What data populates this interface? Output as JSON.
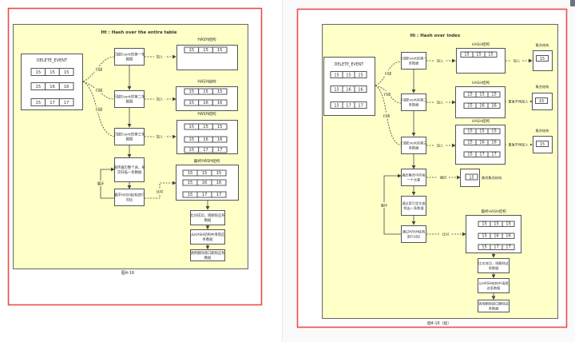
{
  "pages": [
    {
      "title": "Ht : Hash over the entire table",
      "caption": "图4-16",
      "source_table": {
        "label": "DELETE_EVENT",
        "rows": [
          [
            "15",
            "15",
            "15"
          ],
          [
            "15",
            "16",
            "16"
          ],
          [
            "15",
            "17",
            "17"
          ]
        ]
      },
      "scan_label": "扫描",
      "add_label": "加入",
      "loop_label": "循环",
      "compare_label": "比对",
      "steps": [
        "扫描Event的第一条数据",
        "扫描Event的第二条数据",
        "扫描Event的第三条数据"
      ],
      "hash_label": "HASH结构",
      "final_hash_label": "最终HASH结构",
      "hash_states": [
        [
          [
            "15",
            "15",
            "15"
          ]
        ],
        [
          [
            "15",
            "15",
            "15"
          ],
          [
            "15",
            "16",
            "16"
          ]
        ],
        [
          [
            "15",
            "15",
            "15"
          ],
          [
            "15",
            "16",
            "16"
          ],
          [
            "15",
            "17",
            "17"
          ]
        ]
      ],
      "loop_steps": [
        "循环遍历整个表，每次扫描一条数据",
        "循环HASH结构进行对比"
      ],
      "final_hash": [
        [
          "15",
          "15",
          "15"
        ],
        [
          "15",
          "16",
          "16"
        ],
        [
          "15",
          "17",
          "17"
        ]
      ],
      "result_steps": [
        "比对成功，则删除这条数据",
        "从HASH结构中清理这条数据",
        "调用删除接口删除这条数据"
      ]
    },
    {
      "title": "Hi : Hash over index",
      "caption": "图4-16（续）",
      "source_table": {
        "label": "DELETE_EVENT",
        "rows": [
          [
            "15",
            "15",
            "15"
          ],
          [
            "15",
            "16",
            "16"
          ],
          [
            "15",
            "17",
            "17"
          ]
        ]
      },
      "scan_label": "扫描",
      "add_label": "加入",
      "dup_label": "重复不再加入",
      "traverse_label": "遍历",
      "loop_label": "循环",
      "compare_label": "比对",
      "steps": [
        "扫描Event的第一条数据",
        "扫描Event的第二条数据",
        "扫描Event的第三条数据"
      ],
      "hash_label": "HASH结构",
      "set_label": "集合结构",
      "final_set_label": "最终集合结构",
      "final_hash_label": "最终HASH结构",
      "hash_states": [
        [
          [
            "15",
            "15",
            "15"
          ]
        ],
        [
          [
            "15",
            "15",
            "15"
          ],
          [
            "15",
            "16",
            "16"
          ]
        ],
        [
          [
            "15",
            "15",
            "15"
          ],
          [
            "15",
            "16",
            "16"
          ],
          [
            "15",
            "17",
            "17"
          ]
        ]
      ],
      "set_value": "15",
      "loop_steps": [
        "遍历集合中的每一个元素",
        "通过索引定位查找出一条数据",
        "通过HASH结构进行对比"
      ],
      "final_hash": [
        [
          "15",
          "15",
          "15"
        ],
        [
          "15",
          "16",
          "16"
        ],
        [
          "15",
          "17",
          "17"
        ]
      ],
      "result_steps": [
        "比对成功，则删除这条数据",
        "从HASH结构中清理这条数据",
        "调用删除接口删除这条数据"
      ]
    }
  ],
  "colors": {
    "frame": "#f04a4a",
    "panel": "#ffffc8",
    "box_border": "#555555"
  }
}
